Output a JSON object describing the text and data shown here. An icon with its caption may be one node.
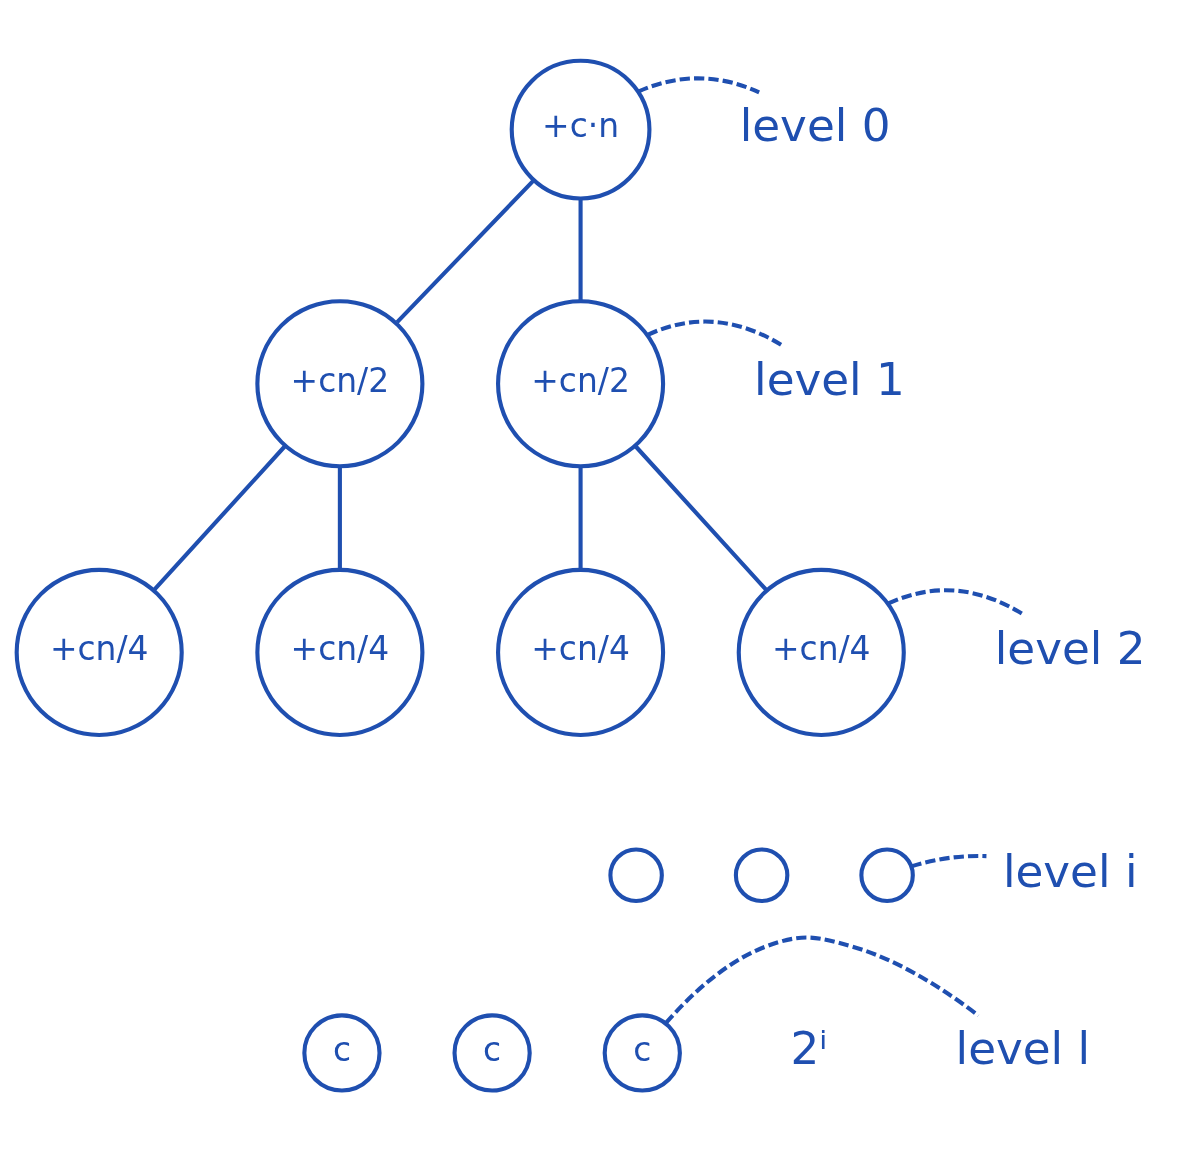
{
  "diagram": {
    "nodes": [
      {
        "text": [
          "+c·n"
        ]
      },
      {
        "text": [
          "+cn/2"
        ]
      },
      {
        "text": [
          "+cn/2"
        ]
      },
      {
        "text": [
          "+cn/4"
        ]
      },
      {
        "text": [
          "+cn/4"
        ]
      },
      {
        "text": [
          "+cn/4"
        ]
      },
      {
        "text": [
          "+cn/4"
        ]
      },
      {
        "text": [],
        "shape": "circle"
      },
      {
        "text": [],
        "shape": "circle"
      },
      {
        "text": [],
        "shape": "circle"
      },
      {
        "text": [
          "c"
        ]
      },
      {
        "text": [
          "c"
        ]
      },
      {
        "text": [
          "c"
        ]
      },
      {
        "text": [
          "level 0"
        ]
      },
      {
        "text": [
          "level 1"
        ]
      },
      {
        "text": [
          "level 2"
        ]
      },
      {
        "text": [
          "level i"
        ]
      },
      {
        "text": [
          "level l"
        ]
      }
    ],
    "edges": [
      {
        "from": 0,
        "to": 1,
        "arrow": "none"
      },
      {
        "from": 0,
        "to": 2,
        "arrow": "none"
      },
      {
        "from": 1,
        "to": 3,
        "arrow": "none"
      },
      {
        "from": 1,
        "to": 4,
        "arrow": "none"
      },
      {
        "from": 2,
        "to": 5,
        "arrow": "none"
      },
      {
        "from": 2,
        "to": 6,
        "arrow": "none"
      },
      {
        "from": 0,
        "to": 13,
        "arrow": "none",
        "style": "dashed"
      },
      {
        "from": 2,
        "to": 14,
        "arrow": "none",
        "style": "dashed"
      },
      {
        "from": 6,
        "to": 15,
        "arrow": "none",
        "style": "dashed"
      },
      {
        "from": 9,
        "to": 16,
        "arrow": "none",
        "style": "dashed"
      },
      {
        "from": 12,
        "to": 17,
        "arrow": "none",
        "style": "dashed"
      }
    ],
    "labels": [
      "2ⁱ"
    ]
  }
}
